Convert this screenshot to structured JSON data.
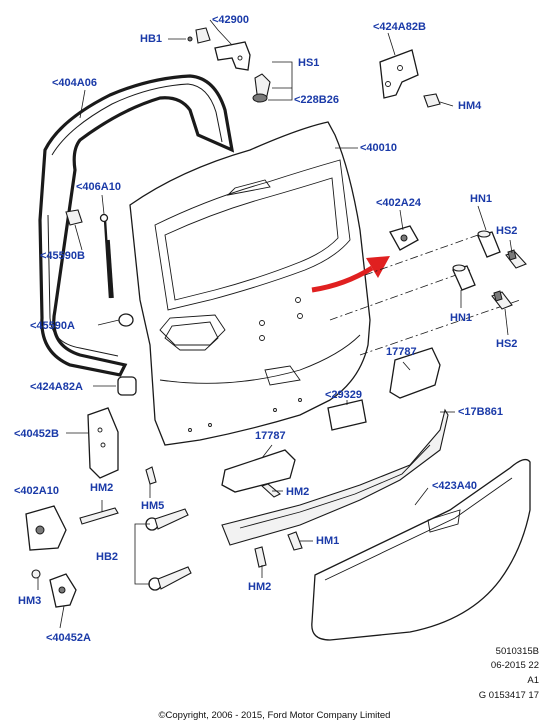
{
  "labels": {
    "hb1": "HB1",
    "p42900": "<42900",
    "p424a82b": "<424A82B",
    "hs1": "HS1",
    "p228b26": "<228B26",
    "hm4": "HM4",
    "p404a06": "<404A06",
    "p40010": "<40010",
    "p406a10": "<406A10",
    "p402a24": "<402A24",
    "hn1_top": "HN1",
    "hs2_top": "HS2",
    "p45590b": "<45590B",
    "hn1_bottom": "HN1",
    "hs2_bottom": "HS2",
    "p45590a": "<45590A",
    "p17787_right": "17787",
    "p424a82a": "<424A82A",
    "p29329": "<29329",
    "p17b861": "<17B861",
    "p40452b": "<40452B",
    "p17787_left": "17787",
    "p402a10": "<402A10",
    "hm2_left": "HM2",
    "hm2_mid": "HM2",
    "p423a40": "<423A40",
    "hm5": "HM5",
    "hm1": "HM1",
    "hb2": "HB2",
    "hm2_bottom": "HM2",
    "hm3": "HM3",
    "p40452a": "<40452A"
  },
  "footer": {
    "ref": "5010315B",
    "date": "06-2015 22",
    "rev": "A1",
    "gnum": "G 0153417 17",
    "copyright": "©Copyright, 2006 - 2015, Ford Motor Company Limited"
  },
  "colors": {
    "label": "#1a3aa8",
    "arrow": "#e02020",
    "line": "#1a1a1a"
  }
}
